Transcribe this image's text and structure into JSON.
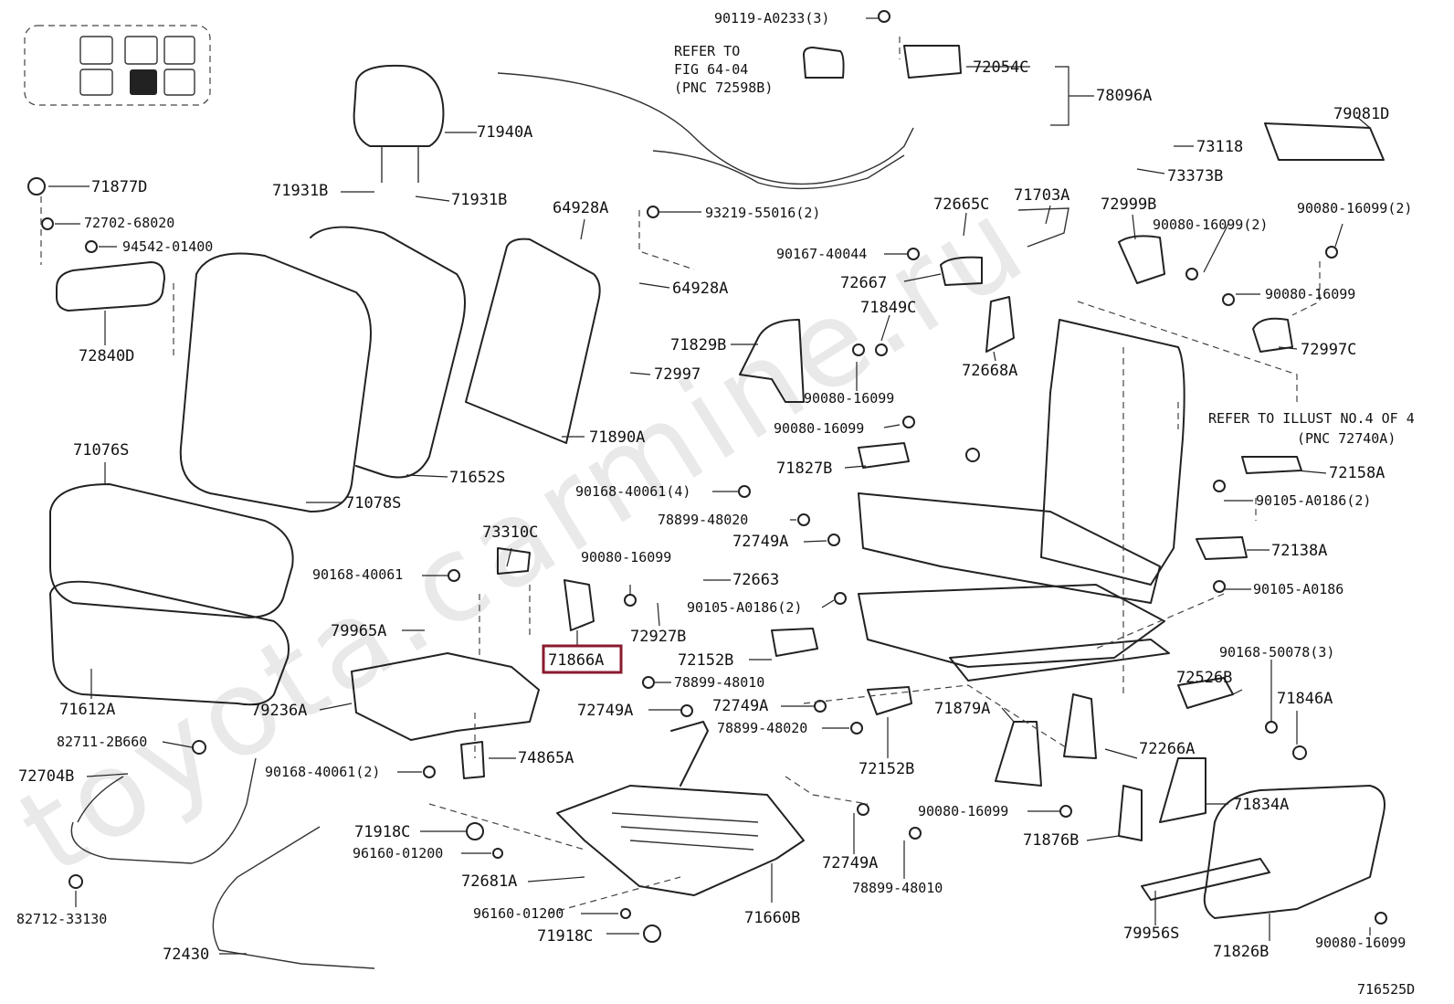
{
  "diagram": {
    "figure_id": "716525D",
    "watermark": "toyota.carmine.ru",
    "highlighted_part": "71866A",
    "notes": {
      "refer_fig": [
        "REFER TO",
        "FIG 64-04",
        "(PNC 72598B)"
      ],
      "refer_illust": [
        "REFER TO ILLUST NO.4 OF 4",
        "(PNC 72740A)"
      ]
    },
    "labels": [
      "90119-A0233(3)",
      "72054C",
      "78096A",
      "79081D",
      "71940A",
      "71931B",
      "71931B",
      "71877D",
      "72702-68020",
      "94542-01400",
      "72840D",
      "64928A",
      "93219-55016(2)",
      "64928A",
      "72665C",
      "71703A",
      "72999B",
      "73118",
      "73373B",
      "90080-16099(2)",
      "90080-16099(2)",
      "90167-40044",
      "72667",
      "90080-16099",
      "71849C",
      "71829B",
      "72997",
      "72668A",
      "72997C",
      "90080-16099",
      "71890A",
      "90080-16099",
      "71076S",
      "71652S",
      "71827B",
      "72158A",
      "90168-40061(4)",
      "90105-A0186(2)",
      "71078S",
      "78899-48020",
      "72749A",
      "72138A",
      "73310C",
      "90080-16099",
      "90168-40061",
      "72663",
      "90105-A0186(2)",
      "90105-A0186",
      "79965A",
      "72927B",
      "71866A",
      "72152B",
      "90168-50078(3)",
      "71612A",
      "79236A",
      "78899-48010",
      "72749A",
      "72749A",
      "71879A",
      "72526B",
      "71846A",
      "78899-48020",
      "82711-2B660",
      "74865A",
      "72152B",
      "72266A",
      "72704B",
      "90168-40061(2)",
      "90080-16099",
      "71834A",
      "71918C",
      "96160-01200",
      "71876B",
      "72749A",
      "78899-48010",
      "72681A",
      "82712-33130",
      "96160-01200",
      "71660B",
      "79956S",
      "90080-16099",
      "71918C",
      "72430",
      "71826B"
    ]
  },
  "colors": {
    "line": "#222222",
    "highlight": "#8a1a2e",
    "watermark": "#e9e9e9",
    "background": "#ffffff"
  }
}
